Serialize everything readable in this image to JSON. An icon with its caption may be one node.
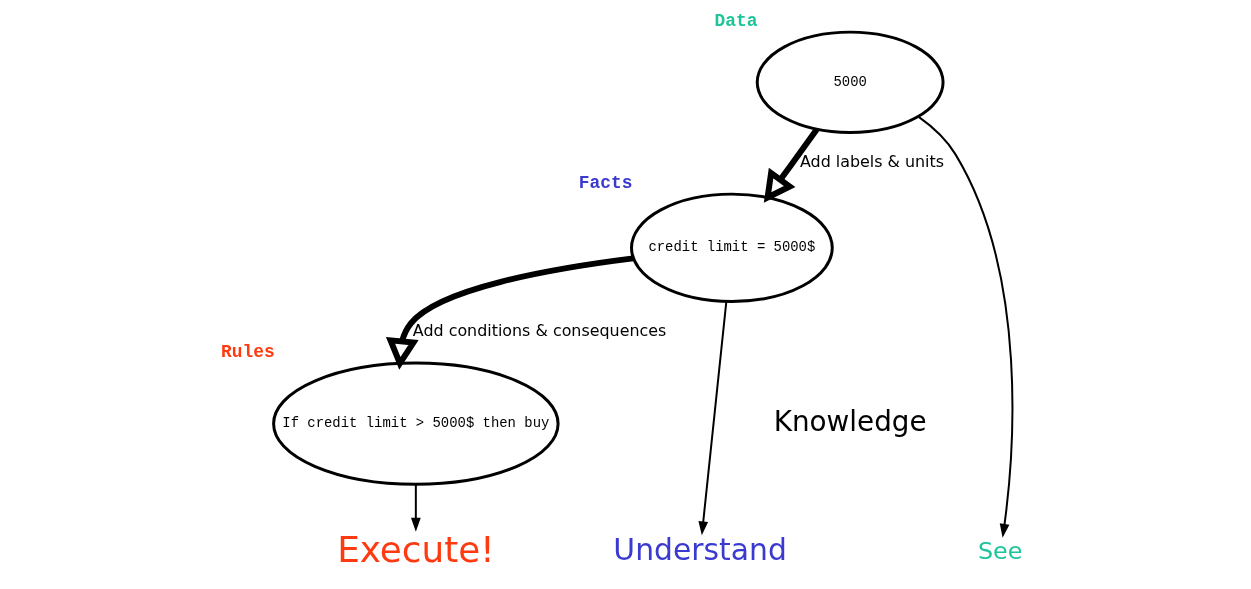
{
  "diagram": {
    "nodes": [
      {
        "text": [
          "5000"
        ],
        "beside": [
          "Data"
        ]
      },
      {
        "text": [
          "credit limit = 5000$"
        ],
        "beside": [
          "Facts"
        ]
      },
      {
        "text": [
          "If credit limit > 5000$ then buy"
        ],
        "beside": [
          "Rules"
        ]
      },
      {
        "text": [
          "See"
        ]
      },
      {
        "text": [
          "Understand"
        ]
      },
      {
        "text": [
          "Execute!"
        ]
      }
    ],
    "edges": [
      {
        "from": 0,
        "to": 1,
        "arrow": "to",
        "label": "Add labels & units",
        "style": "thick"
      },
      {
        "from": 1,
        "to": 2,
        "arrow": "to",
        "label": "Add conditions & consequences",
        "style": "thick"
      },
      {
        "from": 0,
        "to": 3,
        "arrow": "to"
      },
      {
        "from": 1,
        "to": 4,
        "arrow": "to"
      },
      {
        "from": 2,
        "to": 5,
        "arrow": "to"
      }
    ],
    "labels": [
      "Knowledge"
    ]
  }
}
